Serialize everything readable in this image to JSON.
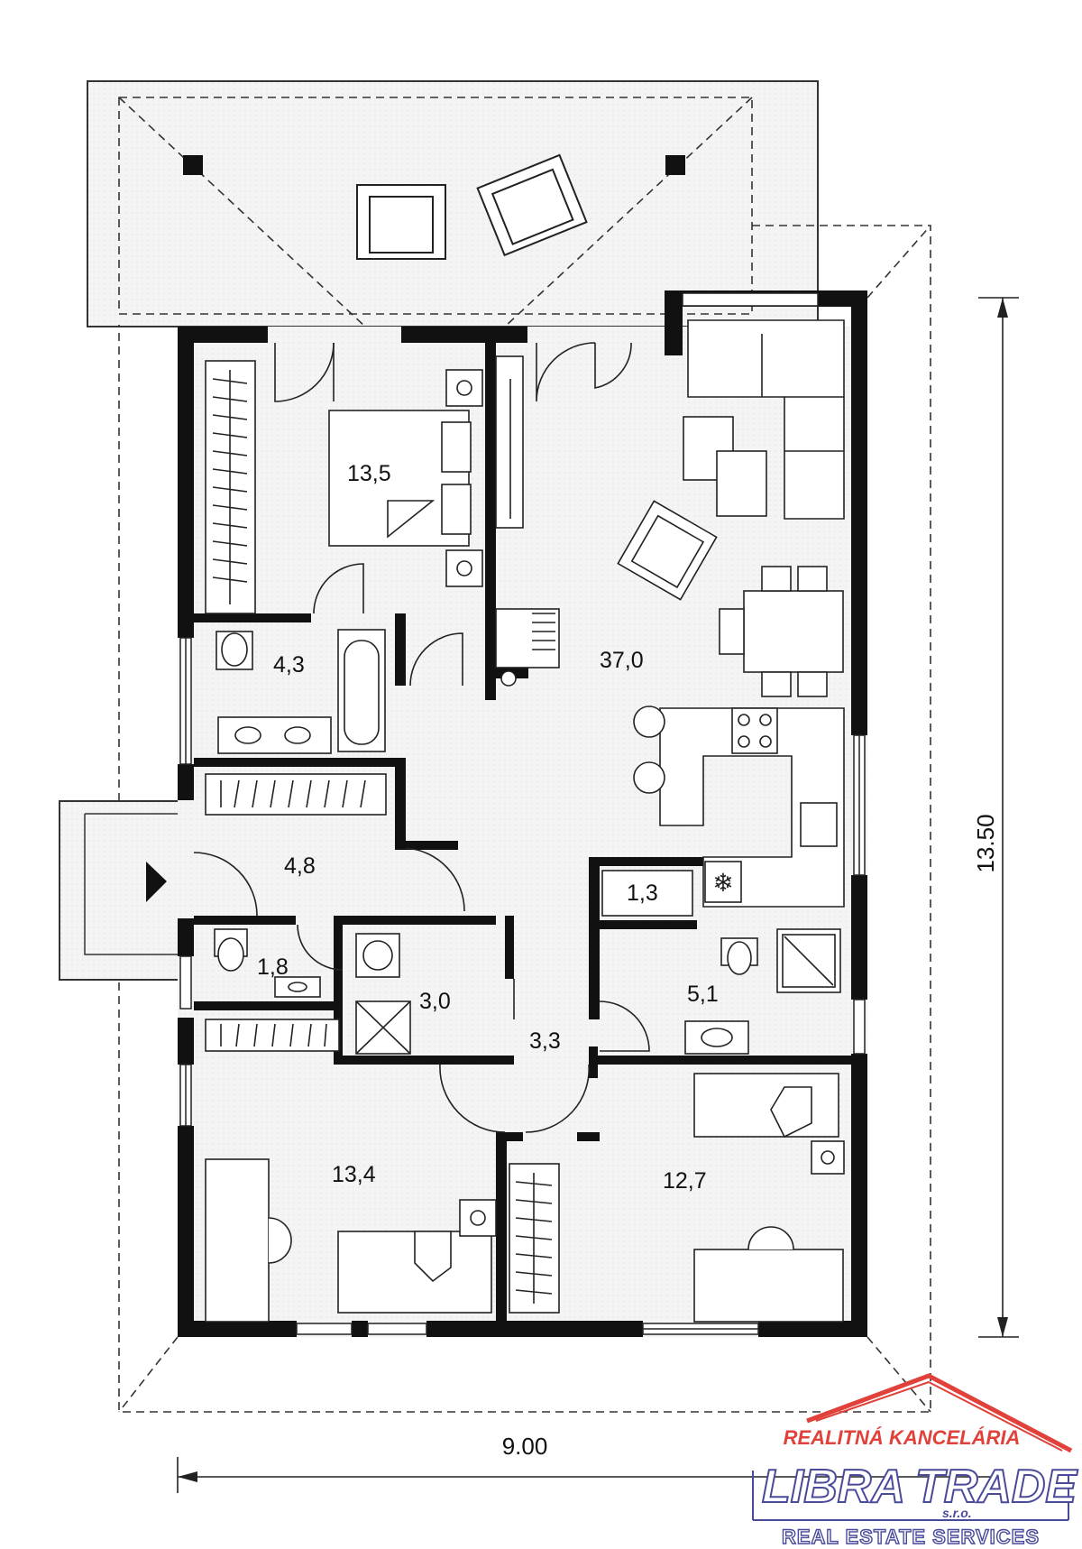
{
  "rooms": {
    "bedroom_master": "13,5",
    "bathroom": "4,3",
    "living_kitchen": "37,0",
    "entrance_hall": "4,8",
    "storage": "1,3",
    "wc": "1,8",
    "utility": "3,0",
    "hallway": "3,3",
    "shower_room": "5,1",
    "bedroom_left": "13,4",
    "bedroom_right": "12,7"
  },
  "dimensions": {
    "width": "9.00",
    "depth": "13.50"
  },
  "logo": {
    "line1": "REALITNÁ KANCELÁRIA",
    "brand_a": "LIBRA",
    "brand_b": "TRADE",
    "suffix": "s.r.o.",
    "tagline": "REAL ESTATE SERVICES",
    "colors": {
      "red": "#e0413a",
      "blue": "#4a4a9a"
    }
  }
}
